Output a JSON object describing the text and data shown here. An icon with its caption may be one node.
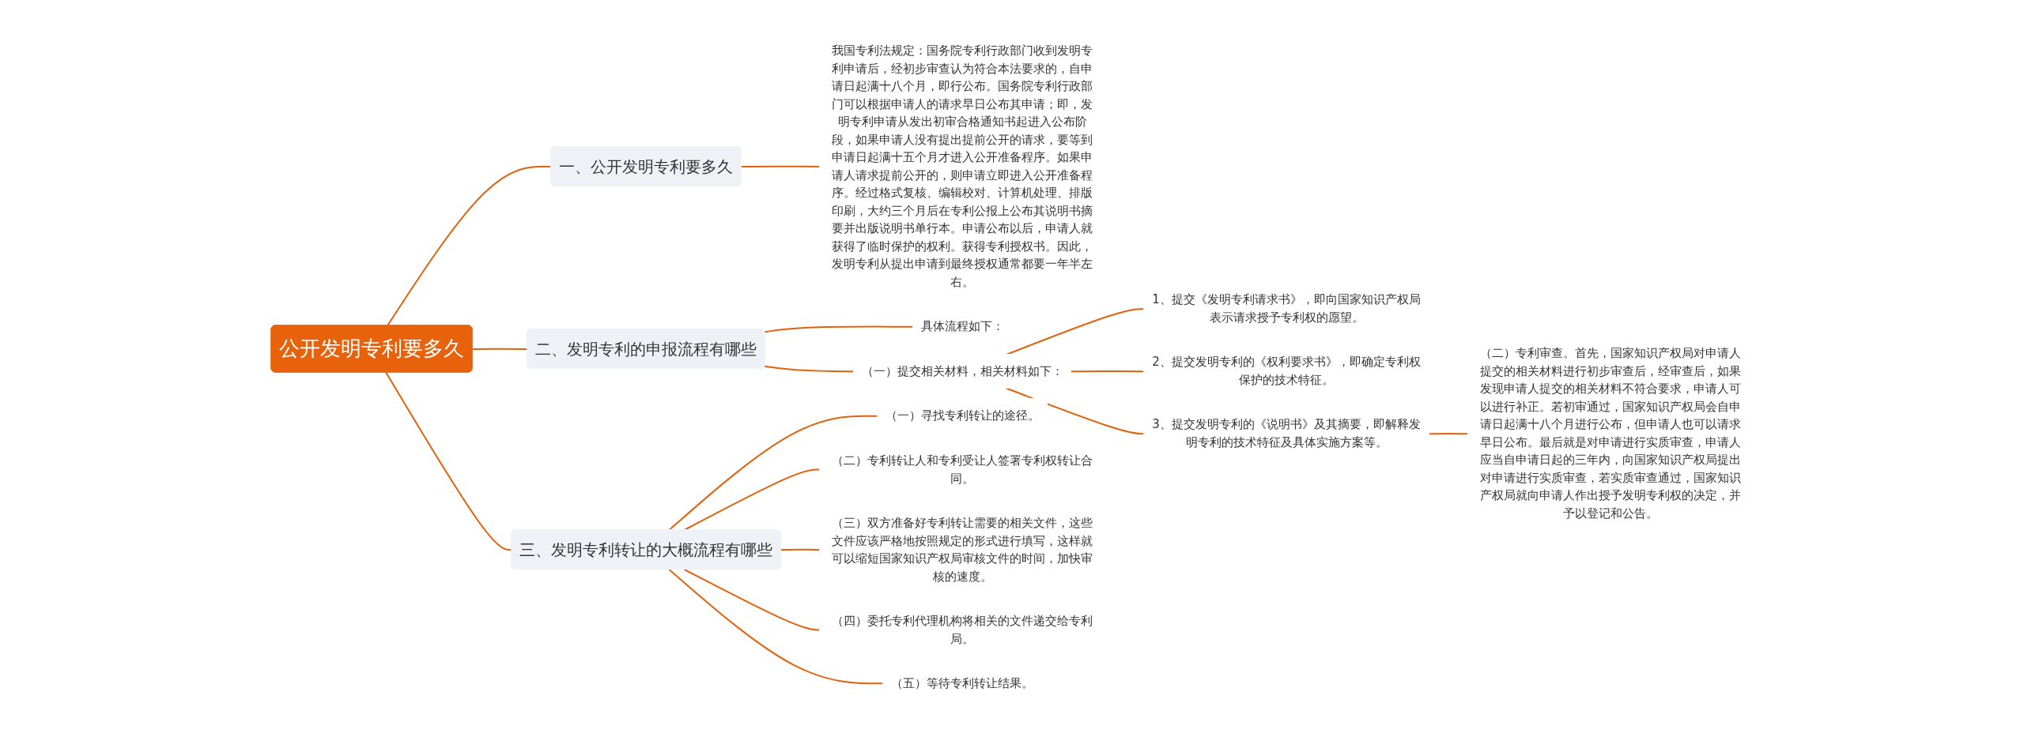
{
  "diagram": {
    "nodes": [
      {
        "text": [
          "公开发明专利要多久"
        ]
      },
      {
        "text": [
          "一、公开发明专利要多久"
        ]
      },
      {
        "text": [
          "我国专利法规定：国务院专利行政部门收到发明专利申请后，经初步审查认为符合本法要求的，自申请日起满十八个月，即行公布。国务院专利行政部门可以根据申请人的请求早日公布其申请；即，发明专利申请从发出初审合格通知书起进入公布阶段，如果申请人没有提出提前公开的请求，要等到申请日起满十五个月才进入公开准备程序。如果申请人请求提前公开的，则申请立即进入公开准备程序。经过格式复核、编辑校对、计算机处理、排版印刷，大约三个月后在专利公报上公布其说明书摘要并出版说明书单行本。申请公布以后，申请人就获得了临时保护的权利。获得专利授权书。因此，发明专利从提出申请到最终授权通常都要一年半左右。"
        ]
      },
      {
        "text": [
          "二、发明专利的申报流程有哪些"
        ]
      },
      {
        "text": [
          "具体流程如下："
        ]
      },
      {
        "text": [
          "（一）提交相关材料，相关材料如下："
        ]
      },
      {
        "text": [
          "1、提交《发明专利请求书》，即向国家知识产权局表示请求授予专利权的愿望。"
        ]
      },
      {
        "text": [
          "2、提交发明专利的《权利要求书》，即确定专利权保护的技术特征。"
        ]
      },
      {
        "text": [
          "3、提交发明专利的《说明书》及其摘要，即解释发明专利的技术特征及具体实施方案等。"
        ]
      },
      {
        "text": [
          "（二）专利审查。首先，国家知识产权局对申请人提交的相关材料进行初步审查后，经审查后，如果发现申请人提交的相关材料不符合要求，申请人可以进行补正。若初审通过，国家知识产权局会自申请日起满十八个月进行公布，但申请人也可以请求早日公布。最后就是对申请进行实质审查，申请人应当自申请日起的三年内，向国家知识产权局提出对申请进行实质审查，若实质审查通过，国家知识产权局就向申请人作出授予发明专利权的决定，并予以登记和公告。"
        ]
      },
      {
        "text": [
          "三、发明专利转让的大概流程有哪些"
        ]
      },
      {
        "text": [
          "（一）寻找专利转让的途径。"
        ]
      },
      {
        "text": [
          "（二）专利转让人和专利受让人签署专利权转让合同。"
        ]
      },
      {
        "text": [
          "（三）双方准备好专利转让需要的相关文件，这些文件应该严格地按照规定的形式进行填写，这样就可以缩短国家知识产权局审核文件的时间，加快审核的速度。"
        ]
      },
      {
        "text": [
          "（四）委托专利代理机构将相关的文件递交给专利局。"
        ]
      },
      {
        "text": [
          "（五）等待专利转让结果。"
        ]
      }
    ],
    "edges": [
      {
        "from": 0,
        "to": 1,
        "arrow": "none"
      },
      {
        "from": 1,
        "to": 2,
        "arrow": "none"
      },
      {
        "from": 0,
        "to": 3,
        "arrow": "none"
      },
      {
        "from": 3,
        "to": 4,
        "arrow": "none"
      },
      {
        "from": 3,
        "to": 5,
        "arrow": "none"
      },
      {
        "from": 5,
        "to": 6,
        "arrow": "none"
      },
      {
        "from": 5,
        "to": 7,
        "arrow": "none"
      },
      {
        "from": 5,
        "to": 8,
        "arrow": "none"
      },
      {
        "from": 8,
        "to": 9,
        "arrow": "none"
      },
      {
        "from": 0,
        "to": 10,
        "arrow": "none"
      },
      {
        "from": 10,
        "to": 11,
        "arrow": "none"
      },
      {
        "from": 10,
        "to": 12,
        "arrow": "none"
      },
      {
        "from": 10,
        "to": 13,
        "arrow": "none"
      },
      {
        "from": 10,
        "to": 14,
        "arrow": "none"
      },
      {
        "from": 10,
        "to": 15,
        "arrow": "none"
      }
    ]
  }
}
